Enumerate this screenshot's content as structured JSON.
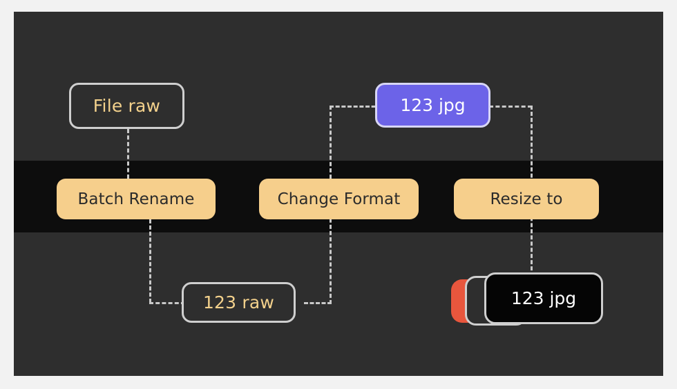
{
  "canvas": {
    "background_color": "#f2f2f2",
    "panel_color": "#2e2e2e",
    "band_color": "#0d0d0d"
  },
  "palette": {
    "action_fill": "#f6cf8c",
    "action_text": "#2b2b2b",
    "file_text": "#f3d18c",
    "node_border": "#cfcfcf",
    "purple_fill": "#6c63e8",
    "purple_text": "#ffffff",
    "black_fill": "#050505",
    "red_fill": "#e8563d",
    "edge_color": "#c9c9c9"
  },
  "nodes": {
    "source_file": {
      "label": "File raw",
      "type": "file-node"
    },
    "batch_rename": {
      "label": "Batch Rename",
      "type": "action-node"
    },
    "change_format": {
      "label": "Change Format",
      "type": "action-node"
    },
    "resize_to": {
      "label": "Resize to",
      "type": "action-node"
    },
    "renamed_file": {
      "label": "123 raw",
      "type": "file-node"
    },
    "converted_file": {
      "label": "123 jpg",
      "type": "output-node-selected"
    },
    "resized_file": {
      "label": "123 jpg",
      "type": "result-node"
    }
  },
  "edges": [
    {
      "name": "file-raw-to-batch-rename",
      "from": "source_file",
      "to": "batch_rename",
      "style": "dashed"
    },
    {
      "name": "batch-rename-to-123-raw",
      "from": "batch_rename",
      "to": "renamed_file",
      "style": "dashed"
    },
    {
      "name": "123-raw-to-change-format",
      "from": "renamed_file",
      "to": "change_format",
      "style": "dashed"
    },
    {
      "name": "change-format-to-123-jpg",
      "from": "change_format",
      "to": "converted_file",
      "style": "dashed"
    },
    {
      "name": "123-jpg-to-resize-to",
      "from": "converted_file",
      "to": "resize_to",
      "style": "dashed"
    },
    {
      "name": "resize-to-to-result",
      "from": "resize_to",
      "to": "resized_file",
      "style": "dashed"
    }
  ]
}
